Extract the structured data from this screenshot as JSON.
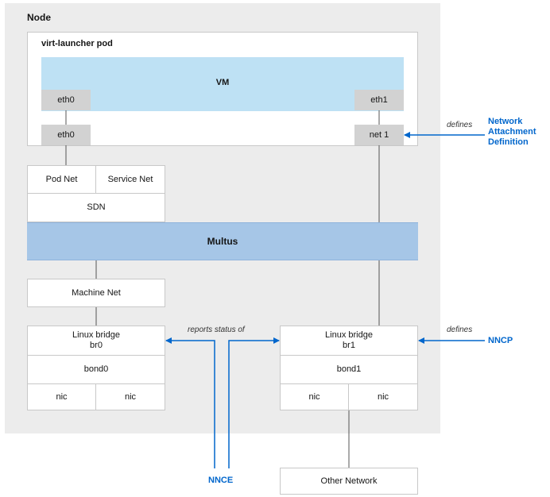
{
  "node": {
    "title": "Node"
  },
  "pod": {
    "title": "virt-launcher pod",
    "vm_label": "VM",
    "vm_eth0": "eth0",
    "vm_eth1": "eth1",
    "pod_eth0": "eth0",
    "pod_net1": "net 1"
  },
  "netstack": {
    "pod_net": "Pod Net",
    "service_net": "Service Net",
    "sdn": "SDN",
    "multus": "Multus",
    "machine_net": "Machine Net"
  },
  "bridge0": {
    "name_line1": "Linux bridge",
    "name_line2": "br0",
    "bond": "bond0",
    "nic_a": "nic",
    "nic_b": "nic"
  },
  "bridge1": {
    "name_line1": "Linux bridge",
    "name_line2": "br1",
    "bond": "bond1",
    "nic_a": "nic",
    "nic_b": "nic"
  },
  "annotations": {
    "defines_nad": "defines",
    "nad_line1": "Network",
    "nad_line2": "Attachment",
    "nad_line3": "Definition",
    "defines_nncp": "defines",
    "nncp": "NNCP",
    "reports_status": "reports status of",
    "nnce": "NNCE",
    "other_network": "Other Network"
  },
  "colors": {
    "accent": "#0066cc",
    "vm_band": "#bee1f4",
    "multus": "#a6c6e7",
    "node_bg": "#ececec"
  }
}
